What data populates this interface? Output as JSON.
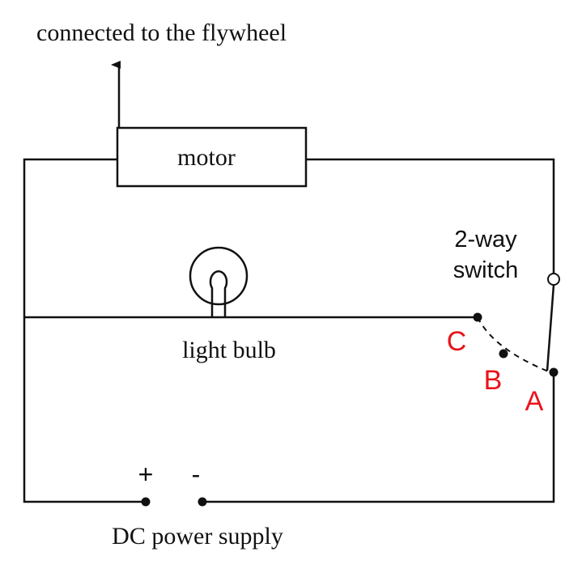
{
  "labels": {
    "flywheel": "connected to the flywheel",
    "motor": "motor",
    "switch_line1": "2-way",
    "switch_line2": "switch",
    "bulb": "light bulb",
    "point_c": "C",
    "point_b": "B",
    "point_a": "A",
    "plus": "+",
    "minus": "-",
    "power_supply": "DC power supply"
  },
  "colors": {
    "wire": "#111111",
    "point_labels": "#e8141b"
  }
}
